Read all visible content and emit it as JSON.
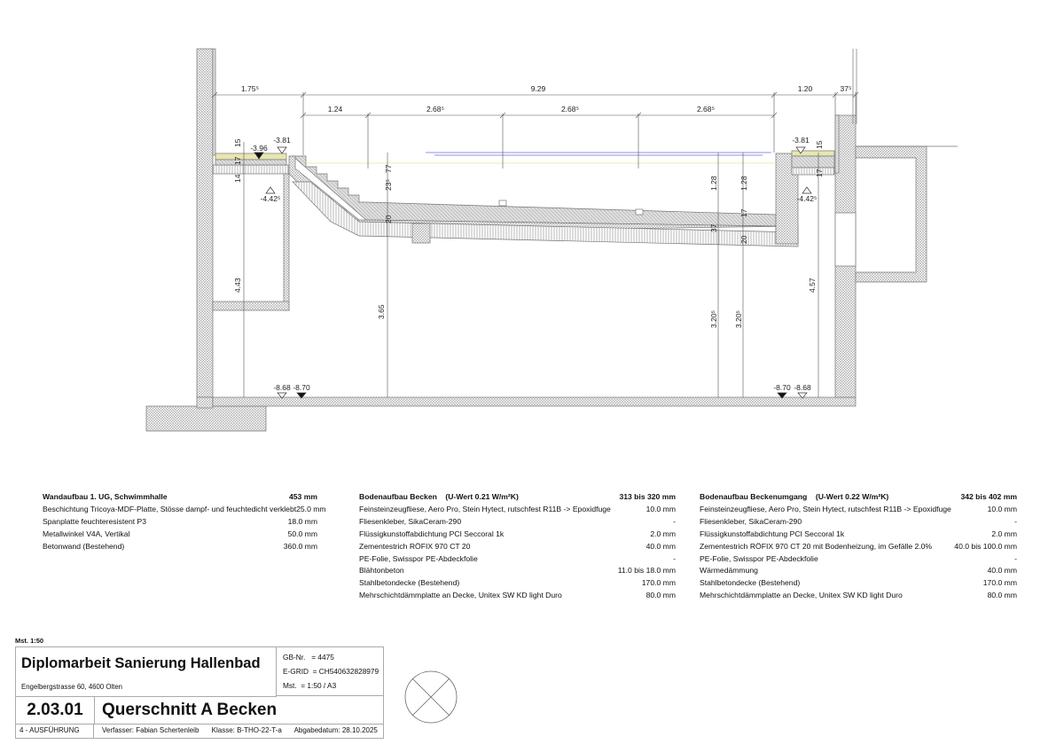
{
  "drawing": {
    "dimensions_top_row1": [
      "1.75⁵",
      "9.29",
      "1.20",
      "37⁵"
    ],
    "dimensions_top_row2": [
      "1.24",
      "2.68⁵",
      "2.68⁵",
      "2.68⁵"
    ],
    "dimensions_left": [
      "15",
      "17",
      "14",
      "4.43"
    ],
    "dimensions_pool_left": [
      "77",
      "23⁵",
      "20",
      "3.65"
    ],
    "dimensions_pool_right_a": [
      "1.28",
      "37",
      "3.20⁵"
    ],
    "dimensions_pool_right_b": [
      "1.28",
      "17",
      "20",
      "3.20⁵"
    ],
    "dimensions_right": [
      "15",
      "17",
      "4.57"
    ],
    "levels": {
      "left_floor": "-3.96",
      "left_coping": "-3.81",
      "left_under": "-4.42⁵",
      "right_coping": "-3.81",
      "right_under": "-4.42⁵",
      "bottom_left_a": "-8.68",
      "bottom_left_b": "-8.70",
      "bottom_right_a": "-8.70",
      "bottom_right_b": "-8.68"
    },
    "colors": {
      "water": "#6b6bd8",
      "tile": "#e8e6b0",
      "line": "#555555"
    }
  },
  "tables": [
    {
      "title": "Wandaufbau 1. UG, Schwimmhalle",
      "total": "453 mm",
      "rows": [
        {
          "layer": "Beschichtung Tricoya-MDF-Platte, Stösse dampf- und feuchtedicht verklebt",
          "value": "25.0 mm"
        },
        {
          "layer": "Spanplatte feuchteresistent P3",
          "value": "18.0 mm"
        },
        {
          "layer": "Metallwinkel V4A, Vertikal",
          "value": "50.0 mm"
        },
        {
          "layer": "Betonwand (Bestehend)",
          "value": "360.0 mm"
        }
      ]
    },
    {
      "title": "Bodenaufbau Becken    (U-Wert 0.21 W/m²K)",
      "total": "313 bis 320 mm",
      "rows": [
        {
          "layer": "Feinsteinzeugfliese, Aero Pro, Stein Hytect, rutschfest R11B -> Epoxidfuge",
          "value": "10.0 mm"
        },
        {
          "layer": "Fliesenkleber, SikaCeram-290",
          "value": "-"
        },
        {
          "layer": "Flüssigkunstoffabdichtung PCI Seccoral 1k",
          "value": "2.0 mm"
        },
        {
          "layer": "Zementestrich RÖFIX 970 CT 20",
          "value": "40.0 mm"
        },
        {
          "layer": "PE-Folie, Swisspor PE-Abdeckfolie",
          "value": "-"
        },
        {
          "layer": "Blähtonbeton",
          "value": "11.0 bis 18.0 mm"
        },
        {
          "layer": "Stahlbetondecke (Bestehend)",
          "value": "170.0 mm"
        },
        {
          "layer": "Mehrschichtdämmplatte an Decke, Unitex SW KD light Duro",
          "value": "80.0 mm"
        }
      ]
    },
    {
      "title": "Bodenaufbau Beckenumgang    (U-Wert 0.22 W/m²K)",
      "total": "342 bis 402  mm",
      "rows": [
        {
          "layer": "Feinsteinzeugfliese, Aero Pro, Stein Hytect, rutschfest R11B -> Epoxidfuge",
          "value": "10.0 mm"
        },
        {
          "layer": "Fliesenkleber, SikaCeram-290",
          "value": "-"
        },
        {
          "layer": "Flüssigkunstoffabdichtung PCI Seccoral 1k",
          "value": "2.0 mm"
        },
        {
          "layer": "Zementestrich RÖFIX 970 CT 20 mit Bodenheizung, im Gefälle 2.0%",
          "value": "40.0 bis 100.0 mm"
        },
        {
          "layer": "PE-Folie, Swisspor PE-Abdeckfolie",
          "value": "-"
        },
        {
          "layer": "Wärmedämmung",
          "value": "40.0 mm"
        },
        {
          "layer": "Stahlbetondecke (Bestehend)",
          "value": "170.0 mm"
        },
        {
          "layer": "Mehrschichtdämmplatte an Decke, Unitex SW KD light Duro",
          "value": "80.0 mm"
        }
      ]
    }
  ],
  "title_block": {
    "scale_note": "Mst. 1:50",
    "project": "Diplomarbeit Sanierung Hallenbad",
    "address": "Engelbergstrasse 60, 4600 Olten",
    "gb_nr": "GB-Nr.   = 4475",
    "egrid": "E-GRID  = CH540632828979",
    "mst": "Mst.  = 1:50 / A3",
    "plan_number": "2.03.01",
    "plan_title": "Querschnitt A Becken",
    "phase": "4 - AUSFÜHRUNG",
    "author": "Verfasser: Fabian Schertenleib",
    "class": "Klasse: B-THO-22-T-a",
    "due_date": "Abgabedatum: 28.10.2025"
  }
}
